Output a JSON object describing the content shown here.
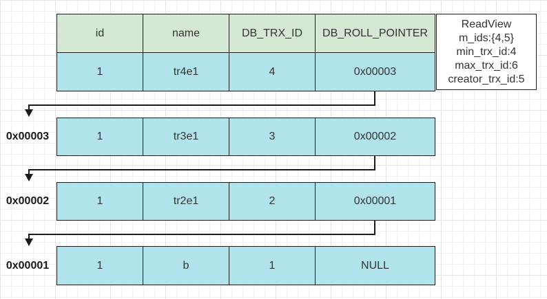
{
  "header": {
    "col1": "id",
    "col2": "name",
    "col3": "DB_TRX_ID",
    "col4": "DB_ROLL_POINTER"
  },
  "rows": [
    {
      "address": "",
      "id": "1",
      "name": "tr4e1",
      "trx_id": "4",
      "roll_pointer": "0x00003"
    },
    {
      "address": "0x00003",
      "id": "1",
      "name": "tr3e1",
      "trx_id": "3",
      "roll_pointer": "0x00002"
    },
    {
      "address": "0x00002",
      "id": "1",
      "name": "tr2e1",
      "trx_id": "2",
      "roll_pointer": "0x00001"
    },
    {
      "address": "0x00001",
      "id": "1",
      "name": "b",
      "trx_id": "1",
      "roll_pointer": "NULL"
    }
  ],
  "readview": {
    "title": "ReadView",
    "m_ids": "m_ids:{4,5}",
    "min_trx_id": "min_trx_id:4",
    "max_trx_id": "max_trx_id:6",
    "creator_trx_id": "creator_trx_id:5"
  },
  "colors": {
    "header_fill": "#d5e8d4",
    "data_fill": "#b1e3ec",
    "stroke": "#1a1a1a"
  }
}
